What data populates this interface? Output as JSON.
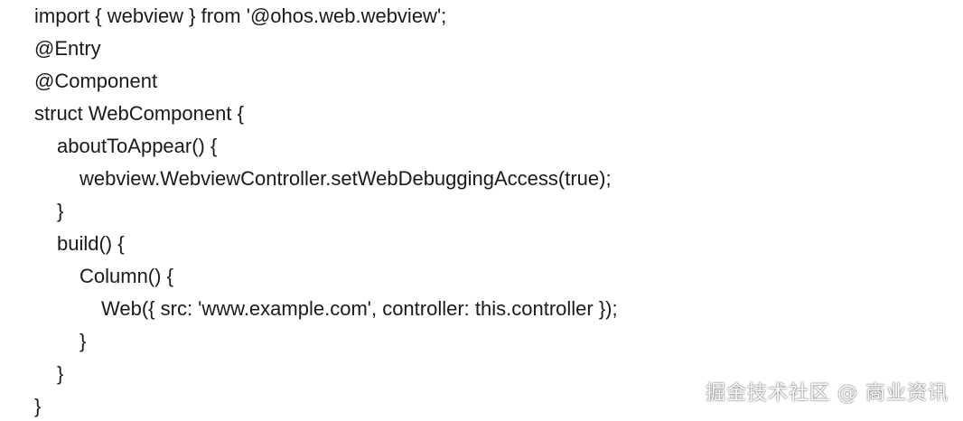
{
  "code_lines": [
    {
      "text": "import { webview } from '@ohos.web.webview';",
      "indent": 0
    },
    {
      "text": "@Entry",
      "indent": 0
    },
    {
      "text": "@Component",
      "indent": 0
    },
    {
      "text": "struct WebComponent {",
      "indent": 0
    },
    {
      "text": "aboutToAppear() {",
      "indent": 1
    },
    {
      "text": "webview.WebviewController.setWebDebuggingAccess(true);",
      "indent": 2
    },
    {
      "text": "}",
      "indent": 1
    },
    {
      "text": "build() {",
      "indent": 1
    },
    {
      "text": "Column() {",
      "indent": 2
    },
    {
      "text": "Web({ src: 'www.example.com', controller: this.controller });",
      "indent": 3
    },
    {
      "text": "}",
      "indent": 2
    },
    {
      "text": "}",
      "indent": 1
    },
    {
      "text": "}",
      "indent": 0
    }
  ],
  "watermark": "掘金技术社区 @ 商业资讯"
}
